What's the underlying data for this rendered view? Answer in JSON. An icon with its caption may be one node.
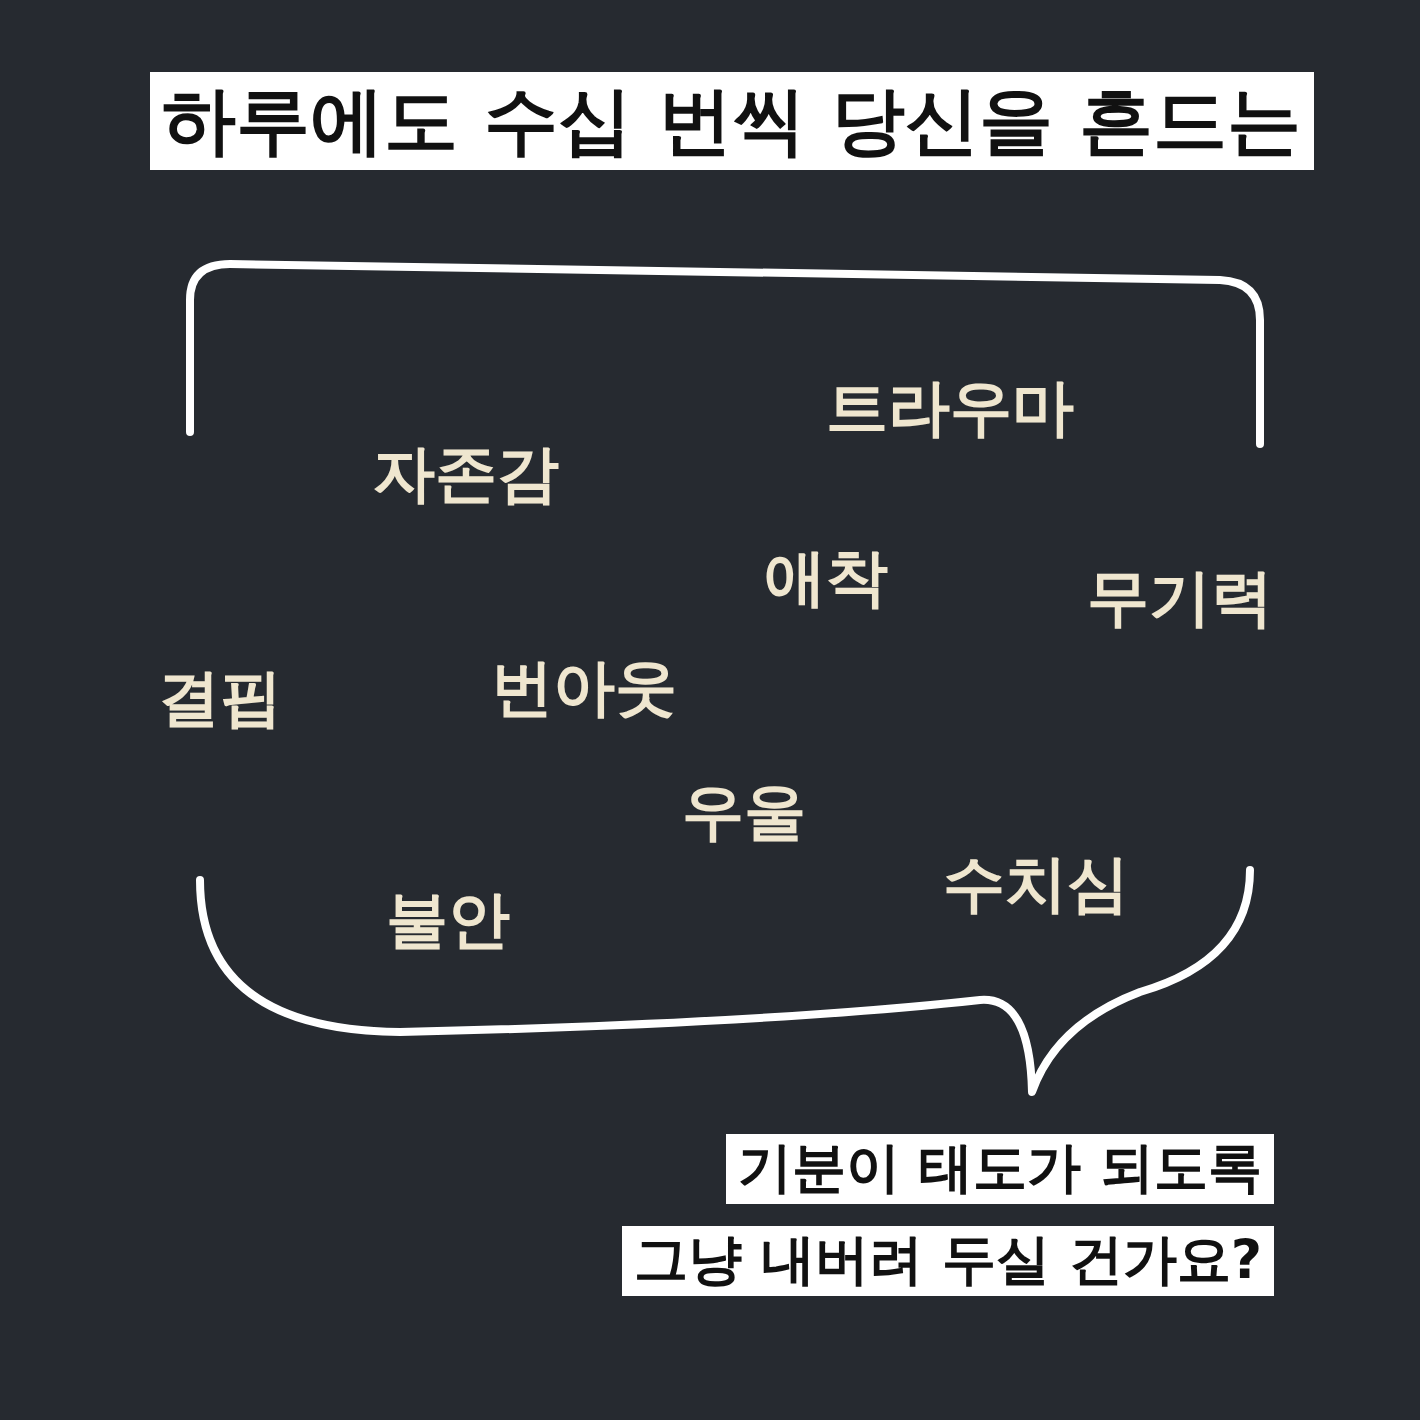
{
  "diagram": {
    "title": "하루에도 수십 번씩 당신을 흔드는",
    "labels": [
      "트라우마",
      "자존감",
      "애착",
      "무기력",
      "결핍",
      "번아웃",
      "우울",
      "수치심",
      "불안",
      "기분이 태도가 되도록",
      "그냥 내버려 두실 건가요?"
    ]
  }
}
